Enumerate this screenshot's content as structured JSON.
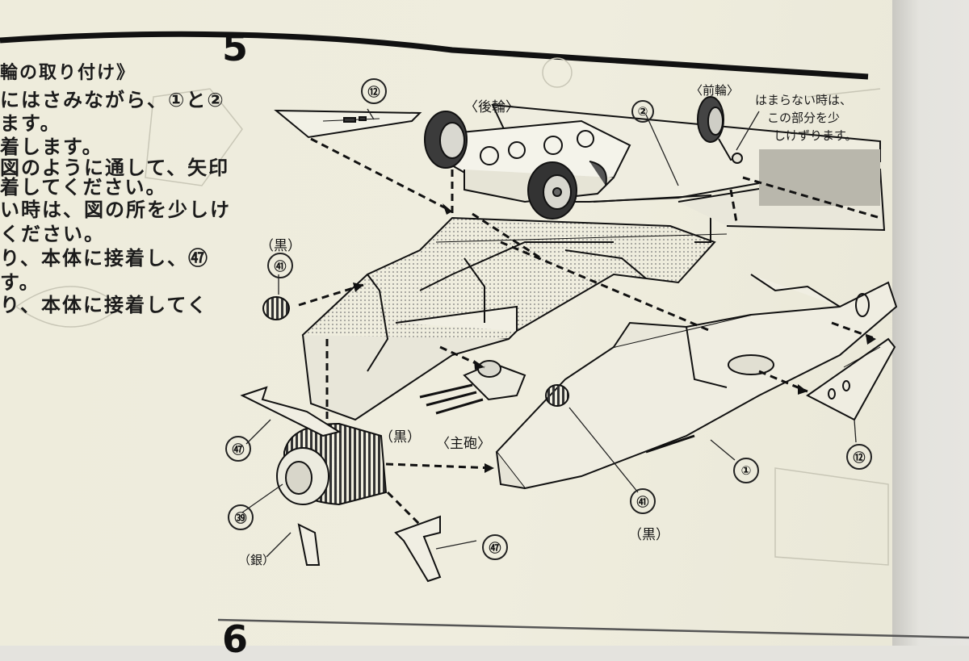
{
  "steps": {
    "current": "5",
    "next": "6",
    "heading": "輪の取り付け》"
  },
  "instructions": [
    "にはさみながら、①と②",
    "ます。",
    "着します。",
    "図のように通して、矢印",
    "着してください。",
    "い時は、図の所を少しけ",
    "ください。",
    "り、本体に接着し、㊼",
    "す。",
    "り、本体に接着してく"
  ],
  "callouts": {
    "rear_wheel": "〈後輪〉",
    "front_wheel": "〈前輪〉",
    "main_gun": "〈主砲〉",
    "black_top": "（黒）",
    "black_mid": "（黒）",
    "black_bottom": "（黒）",
    "silver": "（銀）",
    "note_line1": "はまらない時は、",
    "note_line2": "この部分を少",
    "note_line3": "しけずります。"
  },
  "parts": {
    "p12_top": "⑫",
    "p12_right": "⑫",
    "p2": "②",
    "p1": "①",
    "p41_left": "㊶",
    "p41_right": "㊶",
    "p47_left": "㊼",
    "p47_right": "㊼",
    "p39": "㊴"
  }
}
